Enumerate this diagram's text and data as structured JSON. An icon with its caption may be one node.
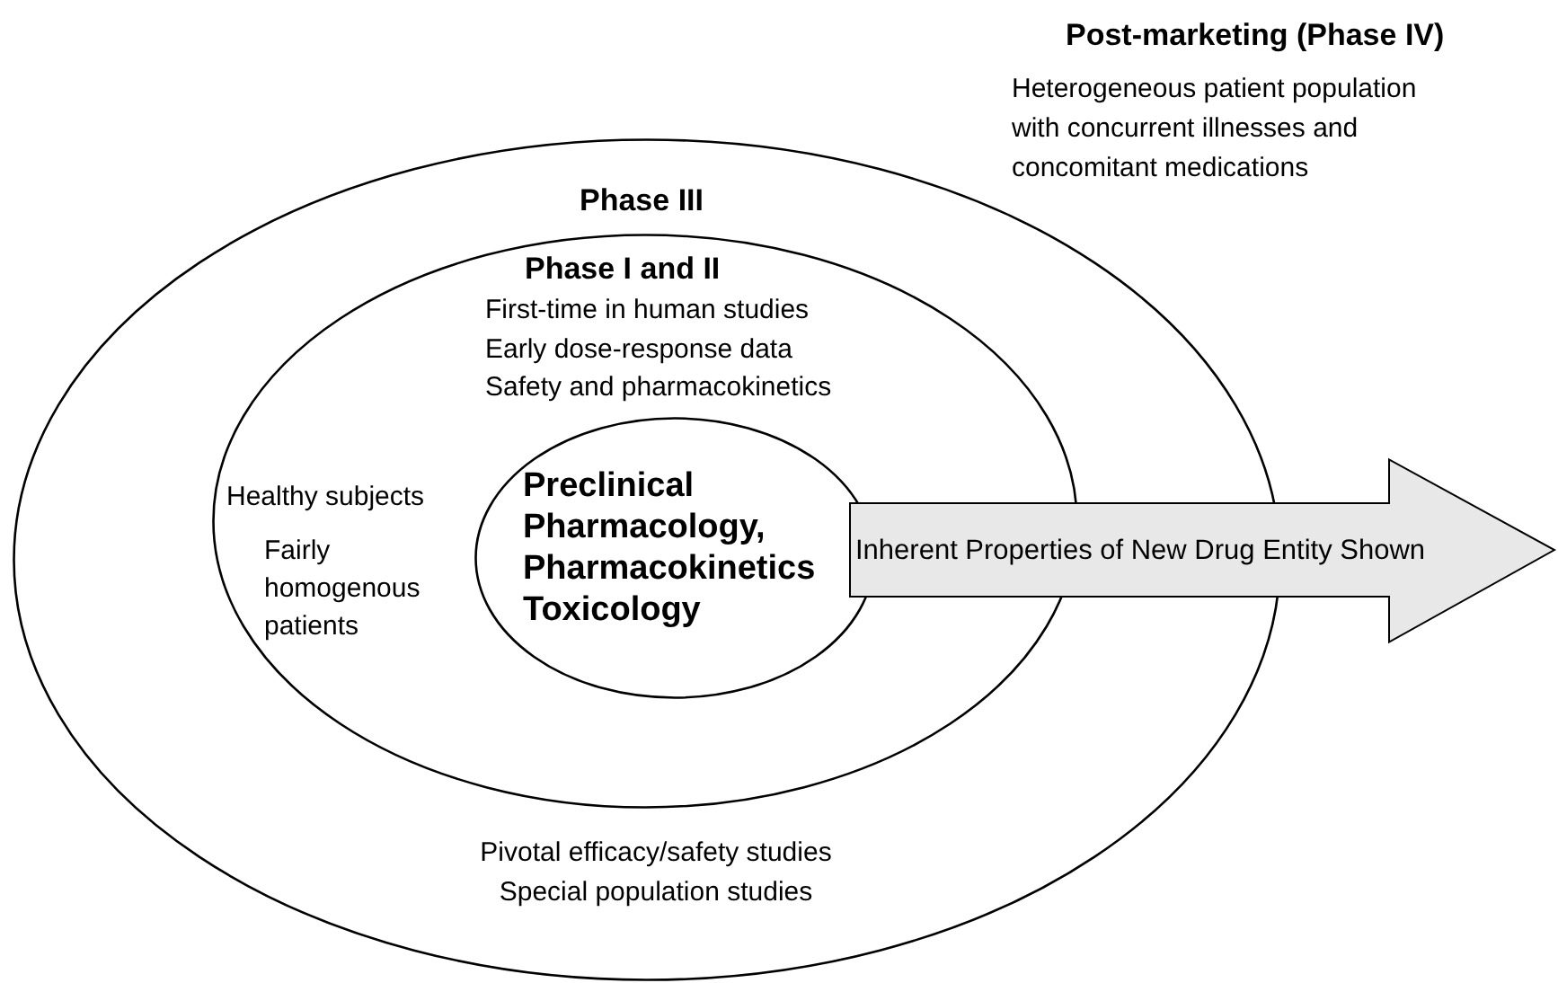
{
  "diagram": {
    "nodes": [
      {
        "text": [
          "Phase III",
          "Pivotal efficacy/safety studies",
          "Special population studies"
        ]
      },
      {
        "text": [
          "Phase I and II",
          "First-time in human studies",
          "Early dose-response data",
          "Safety and pharmacokinetics",
          "Healthy subjects",
          "Fairly homogenous patients"
        ],
        "in": 0
      },
      {
        "text": [
          "Preclinical Pharmacology, Pharmacokinetics Toxicology"
        ],
        "in": 1
      },
      {
        "text": [
          "Inherent Properties of New Drug Entity Shown"
        ]
      }
    ],
    "labels": [
      "Post-marketing (Phase IV)",
      "Heterogeneous patient population with concurrent illnesses and concomitant medications"
    ]
  }
}
